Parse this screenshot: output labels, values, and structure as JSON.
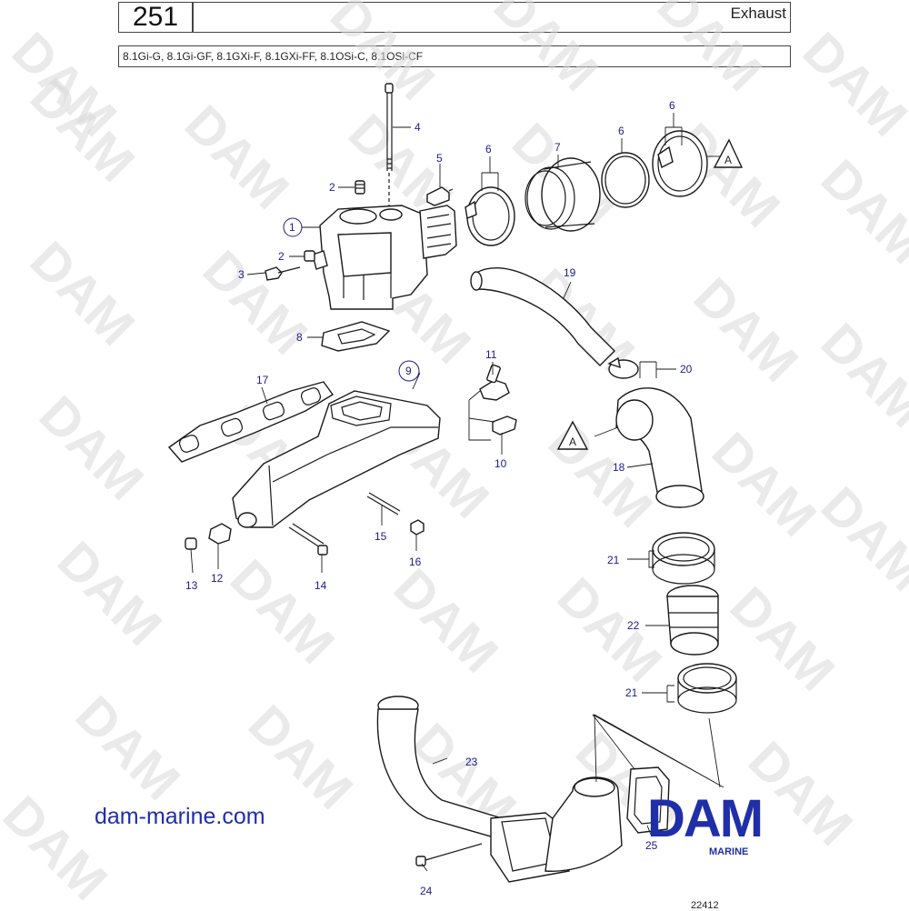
{
  "header": {
    "page_number": "251",
    "title": "Exhaust",
    "models": "8.1Gi-G, 8.1Gi-GF, 8.1GXi-F, 8.1GXi-FF, 8.1OSi-C, 8.1OSi-CF"
  },
  "watermark": "DAM",
  "callouts": [
    "1",
    "2",
    "2",
    "3",
    "4",
    "5",
    "6",
    "6",
    "6",
    "7",
    "8",
    "9",
    "10",
    "11",
    "12",
    "13",
    "14",
    "15",
    "16",
    "17",
    "18",
    "19",
    "20",
    "21",
    "21",
    "22",
    "23",
    "24",
    "25"
  ],
  "reference_marks": [
    "A",
    "A"
  ],
  "footer": {
    "website": "dam-marine.com",
    "logo_text": "DAM",
    "logo_sub": "MARINE",
    "drawing_number": "22412"
  },
  "colors": {
    "callout_text": "#1c1c8c",
    "logo_blue": "#1f2fa8",
    "watermark": "#d9d9d9"
  }
}
